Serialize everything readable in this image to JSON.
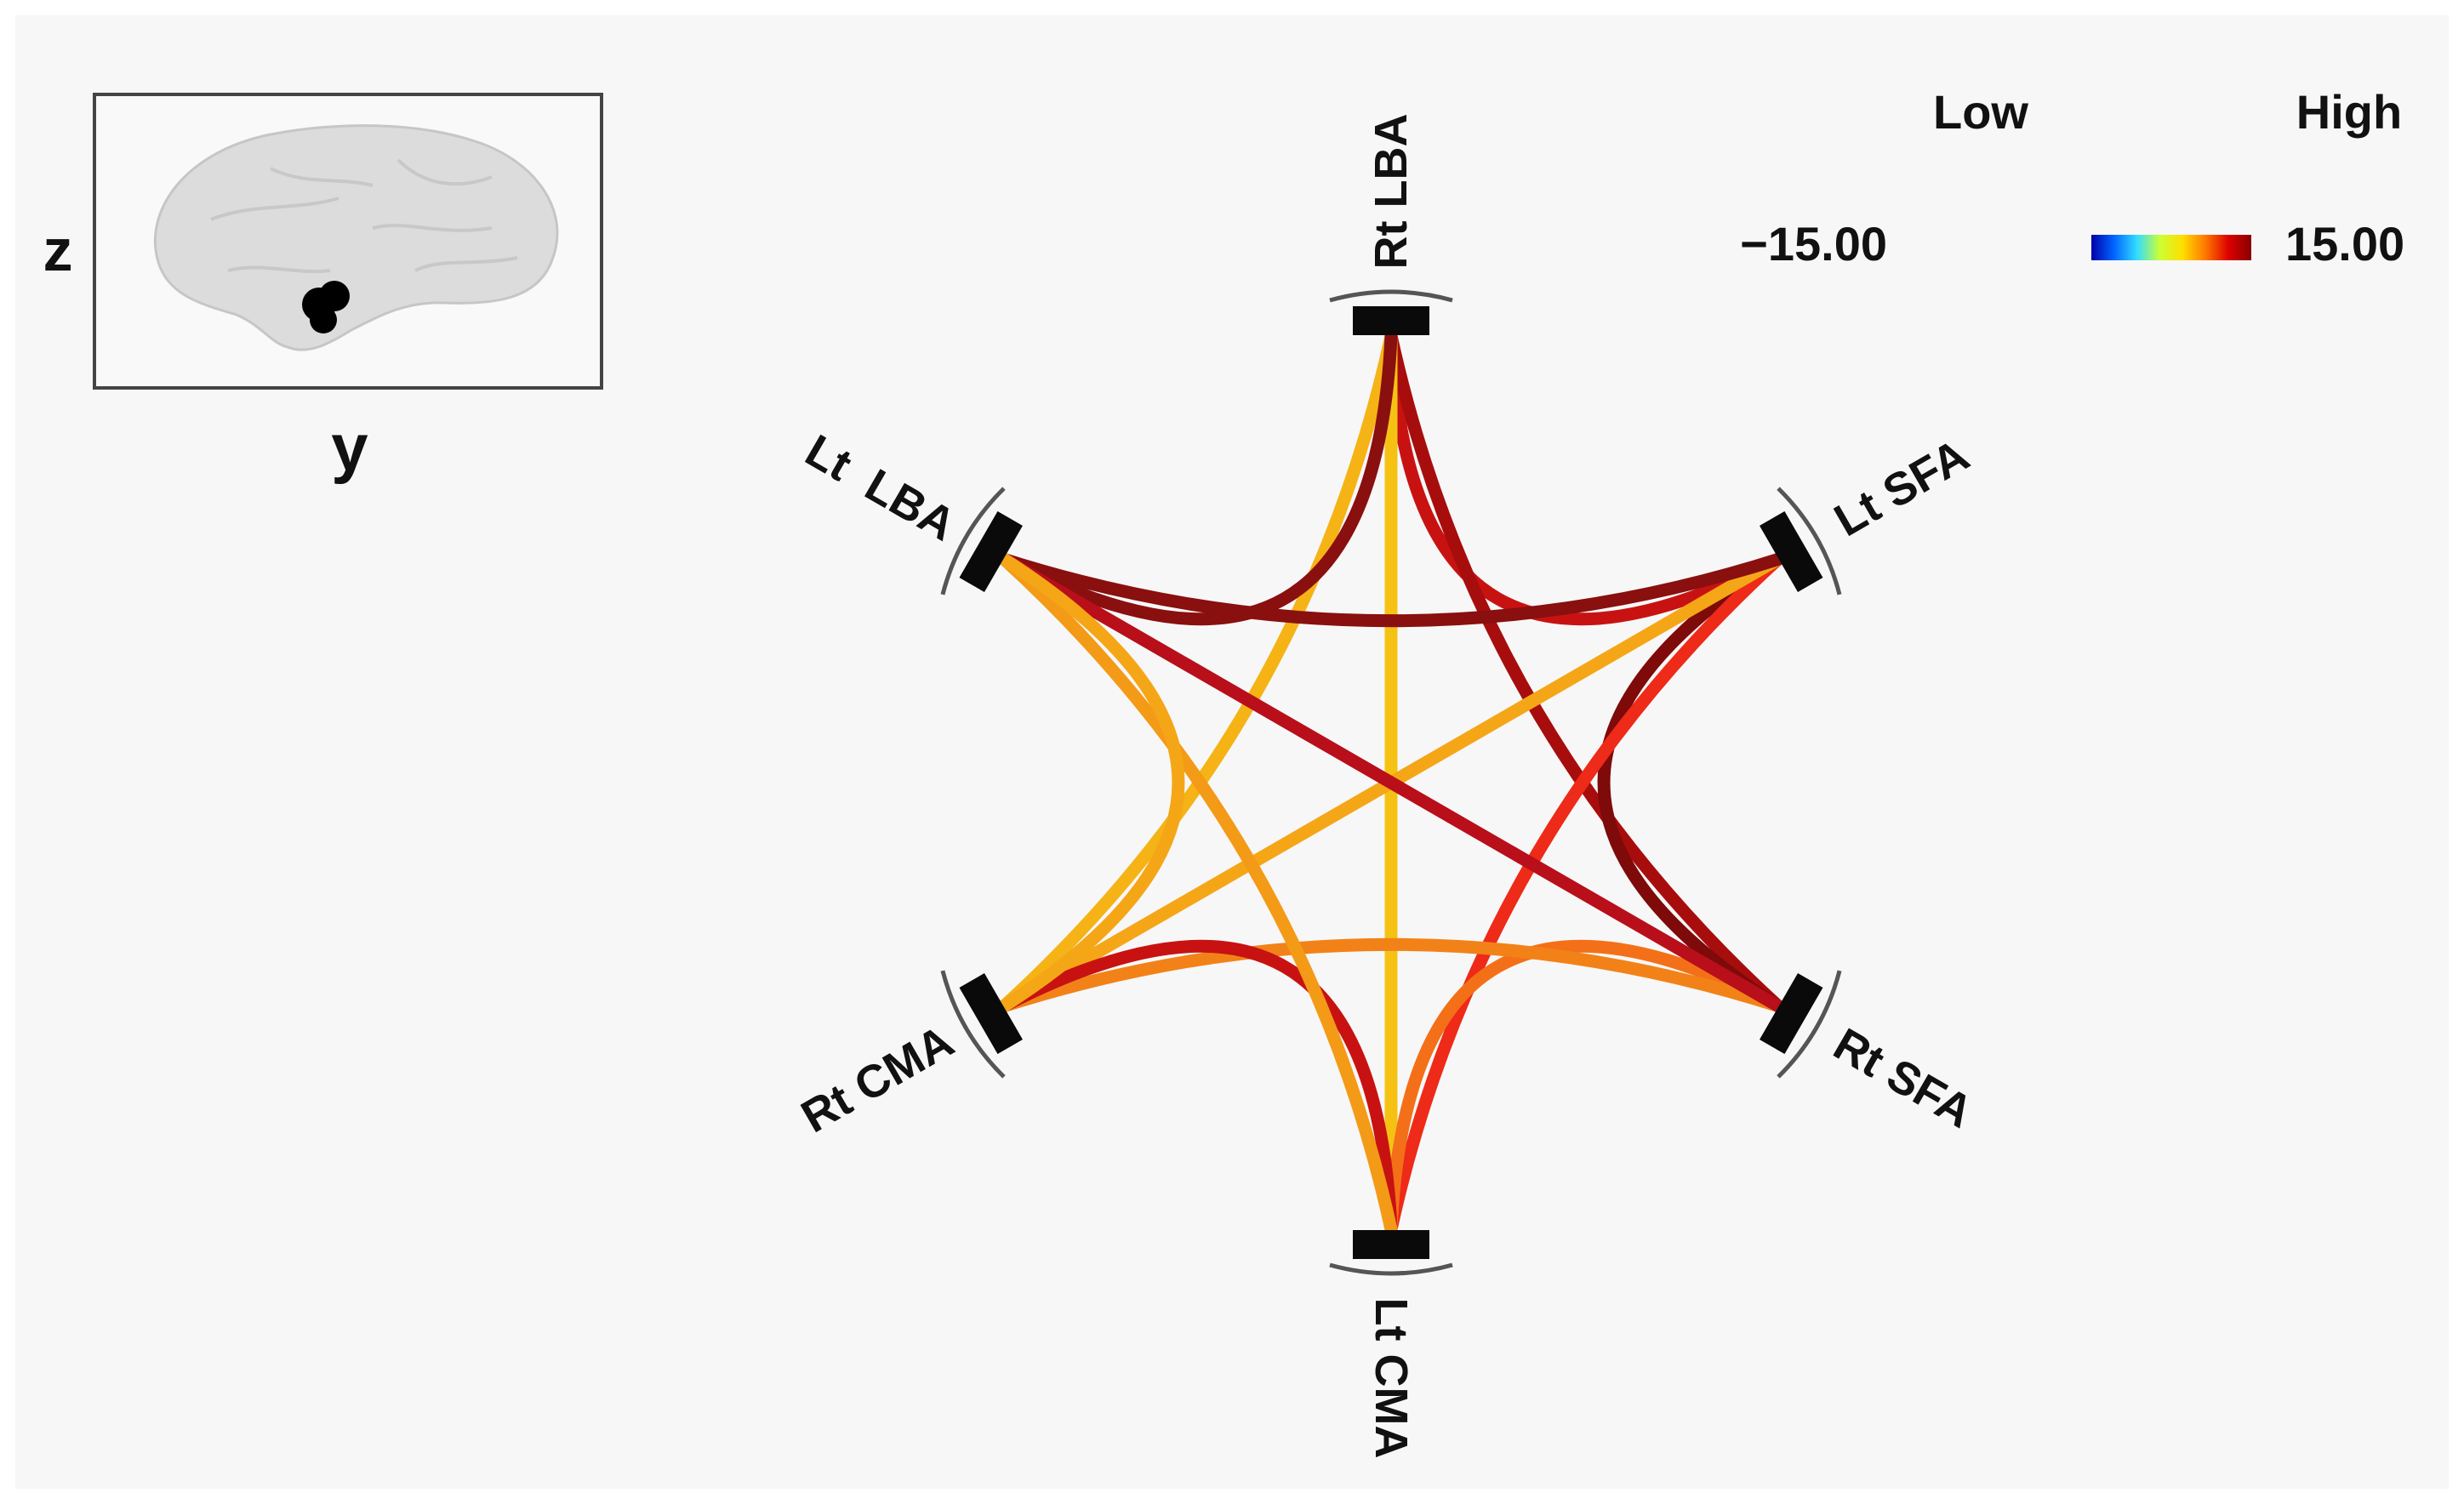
{
  "inset": {
    "z_label": "z",
    "y_label": "y"
  },
  "colorbar": {
    "low_label": "Low",
    "high_label": "High",
    "min_label": "−15.00",
    "max_label": "15.00",
    "min_value": -15.0,
    "max_value": 15.0,
    "colormap": [
      "#0000aa",
      "#0066ff",
      "#33ddff",
      "#ccff33",
      "#ffdd00",
      "#ff7700",
      "#dd0000",
      "#880000"
    ]
  },
  "nodes": [
    {
      "id": "rt-lba",
      "label": "Rt LBA"
    },
    {
      "id": "lt-sfa",
      "label": "Lt SFA"
    },
    {
      "id": "rt-sfa",
      "label": "Rt SFA"
    },
    {
      "id": "lt-cma",
      "label": "Lt CMA"
    },
    {
      "id": "rt-cma",
      "label": "Rt CMA"
    },
    {
      "id": "lt-lba",
      "label": "Lt  LBA"
    }
  ],
  "connections": [
    {
      "from": "rt-lba",
      "to": "lt-sfa",
      "color": "#c81212"
    },
    {
      "from": "rt-lba",
      "to": "rt-sfa",
      "color": "#a80d0d"
    },
    {
      "from": "rt-lba",
      "to": "lt-cma",
      "color": "#f5c214"
    },
    {
      "from": "rt-lba",
      "to": "rt-cma",
      "color": "#f5b316"
    },
    {
      "from": "rt-lba",
      "to": "lt-lba",
      "color": "#8a0f0f"
    },
    {
      "from": "lt-sfa",
      "to": "rt-sfa",
      "color": "#7e0a0a"
    },
    {
      "from": "lt-sfa",
      "to": "lt-cma",
      "color": "#ee2a18"
    },
    {
      "from": "lt-sfa",
      "to": "rt-cma",
      "color": "#f5a617"
    },
    {
      "from": "lt-sfa",
      "to": "lt-lba",
      "color": "#8a0f0f"
    },
    {
      "from": "rt-sfa",
      "to": "lt-cma",
      "color": "#f47018"
    },
    {
      "from": "rt-sfa",
      "to": "rt-cma",
      "color": "#f28218"
    },
    {
      "from": "rt-sfa",
      "to": "lt-lba",
      "color": "#b80f1a"
    },
    {
      "from": "lt-cma",
      "to": "rt-cma",
      "color": "#c81212"
    },
    {
      "from": "lt-cma",
      "to": "lt-lba",
      "color": "#f39a16"
    },
    {
      "from": "rt-cma",
      "to": "lt-lba",
      "color": "#f5a617"
    }
  ]
}
